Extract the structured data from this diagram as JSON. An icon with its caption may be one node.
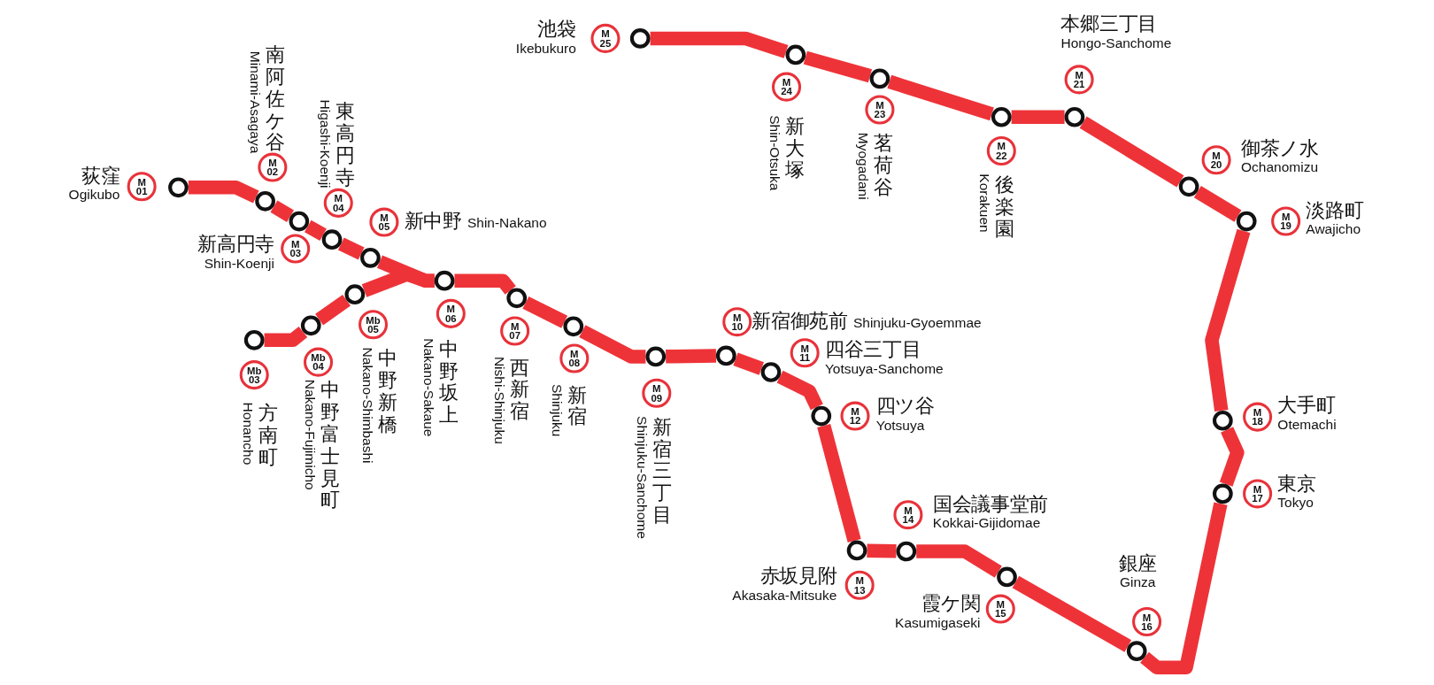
{
  "diagram": {
    "nodes": [
      {
        "text": [],
        "shape": "circle",
        "beside": [
          "荻窪",
          "Ogikubo",
          "M 01"
        ]
      },
      {
        "text": [],
        "shape": "circle",
        "beside": [
          "南阿佐ケ谷",
          "Minami-Asagaya",
          "M 02"
        ]
      },
      {
        "text": [],
        "shape": "circle",
        "beside": [
          "新高円寺",
          "Shin-Koenji",
          "M 03"
        ]
      },
      {
        "text": [],
        "shape": "circle",
        "beside": [
          "東高円寺",
          "Higashi-Koenji",
          "M 04"
        ]
      },
      {
        "text": [],
        "shape": "circle",
        "beside": [
          "新中野",
          "Shin-Nakano",
          "M 05"
        ]
      },
      {
        "text": [],
        "shape": "circle",
        "beside": [
          "中野坂上",
          "Nakano-Sakaue",
          "M 06"
        ]
      },
      {
        "text": [],
        "shape": "circle",
        "beside": [
          "西新宿",
          "Nishi-Shinjuku",
          "M 07"
        ]
      },
      {
        "text": [],
        "shape": "circle",
        "beside": [
          "新宿",
          "Shinjuku",
          "M 08"
        ]
      },
      {
        "text": [],
        "shape": "circle",
        "beside": [
          "新宿三丁目",
          "Shinjuku-Sanchome",
          "M 09"
        ]
      },
      {
        "text": [],
        "shape": "circle",
        "beside": [
          "新宿御苑前",
          "Shinjuku-Gyoemmae",
          "M 10"
        ]
      },
      {
        "text": [],
        "shape": "circle",
        "beside": [
          "四谷三丁目",
          "Yotsuya-Sanchome",
          "M 11"
        ]
      },
      {
        "text": [],
        "shape": "circle",
        "beside": [
          "四ツ谷",
          "Yotsuya",
          "M 12"
        ]
      },
      {
        "text": [],
        "shape": "circle",
        "beside": [
          "赤坂見附",
          "Akasaka-Mitsuke",
          "M 13"
        ]
      },
      {
        "text": [],
        "shape": "circle",
        "beside": [
          "国会議事堂前",
          "Kokkai-Gijidomae",
          "M 14"
        ]
      },
      {
        "text": [],
        "shape": "circle",
        "beside": [
          "霞ケ関",
          "Kasumigaseki",
          "M 15"
        ]
      },
      {
        "text": [],
        "shape": "circle",
        "beside": [
          "銀座",
          "Ginza",
          "M 16"
        ]
      },
      {
        "text": [],
        "shape": "circle",
        "beside": [
          "東京",
          "Tokyo",
          "M 17"
        ]
      },
      {
        "text": [],
        "shape": "circle",
        "beside": [
          "大手町",
          "Otemachi",
          "M 18"
        ]
      },
      {
        "text": [],
        "shape": "circle",
        "beside": [
          "淡路町",
          "Awajicho",
          "M 19"
        ]
      },
      {
        "text": [],
        "shape": "circle",
        "beside": [
          "御茶ノ水",
          "Ochanomizu",
          "M 20"
        ]
      },
      {
        "text": [],
        "shape": "circle",
        "beside": [
          "本郷三丁目",
          "Hongo-Sanchome",
          "M 21"
        ]
      },
      {
        "text": [],
        "shape": "circle",
        "beside": [
          "後楽園",
          "Korakuen",
          "M 22"
        ]
      },
      {
        "text": [],
        "shape": "circle",
        "beside": [
          "茗荷谷",
          "Myogadani",
          "M 23"
        ]
      },
      {
        "text": [],
        "shape": "circle",
        "beside": [
          "新大塚",
          "Shin-Otsuka",
          "M 24"
        ]
      },
      {
        "text": [],
        "shape": "circle",
        "beside": [
          "池袋",
          "Ikebukuro",
          "M 25"
        ]
      },
      {
        "text": [],
        "shape": "circle",
        "beside": [
          "方南町",
          "Honancho",
          "Mb 03"
        ]
      },
      {
        "text": [],
        "shape": "circle",
        "beside": [
          "中野富士見町",
          "Nakano-Fujimicho",
          "Mb 04"
        ]
      },
      {
        "text": [],
        "shape": "circle",
        "beside": [
          "中野新橋",
          "Nakano-Shimbashi",
          "Mb 05"
        ]
      }
    ],
    "edges": [
      {
        "from": 0,
        "to": 1,
        "arrow": "none"
      },
      {
        "from": 1,
        "to": 2,
        "arrow": "none"
      },
      {
        "from": 2,
        "to": 3,
        "arrow": "none"
      },
      {
        "from": 3,
        "to": 4,
        "arrow": "none"
      },
      {
        "from": 4,
        "to": 5,
        "arrow": "none"
      },
      {
        "from": 5,
        "to": 6,
        "arrow": "none"
      },
      {
        "from": 6,
        "to": 7,
        "arrow": "none"
      },
      {
        "from": 7,
        "to": 8,
        "arrow": "none"
      },
      {
        "from": 8,
        "to": 9,
        "arrow": "none"
      },
      {
        "from": 9,
        "to": 10,
        "arrow": "none"
      },
      {
        "from": 10,
        "to": 11,
        "arrow": "none"
      },
      {
        "from": 11,
        "to": 12,
        "arrow": "none"
      },
      {
        "from": 12,
        "to": 13,
        "arrow": "none"
      },
      {
        "from": 13,
        "to": 14,
        "arrow": "none"
      },
      {
        "from": 14,
        "to": 15,
        "arrow": "none"
      },
      {
        "from": 15,
        "to": 16,
        "arrow": "none"
      },
      {
        "from": 16,
        "to": 17,
        "arrow": "none"
      },
      {
        "from": 17,
        "to": 18,
        "arrow": "none"
      },
      {
        "from": 18,
        "to": 19,
        "arrow": "none"
      },
      {
        "from": 19,
        "to": 20,
        "arrow": "none"
      },
      {
        "from": 20,
        "to": 21,
        "arrow": "none"
      },
      {
        "from": 21,
        "to": 22,
        "arrow": "none"
      },
      {
        "from": 22,
        "to": 23,
        "arrow": "none"
      },
      {
        "from": 23,
        "to": 24,
        "arrow": "none"
      },
      {
        "from": 25,
        "to": 26,
        "arrow": "none"
      },
      {
        "from": 26,
        "to": 27,
        "arrow": "none"
      },
      {
        "from": 27,
        "to": 5,
        "arrow": "none"
      }
    ]
  }
}
